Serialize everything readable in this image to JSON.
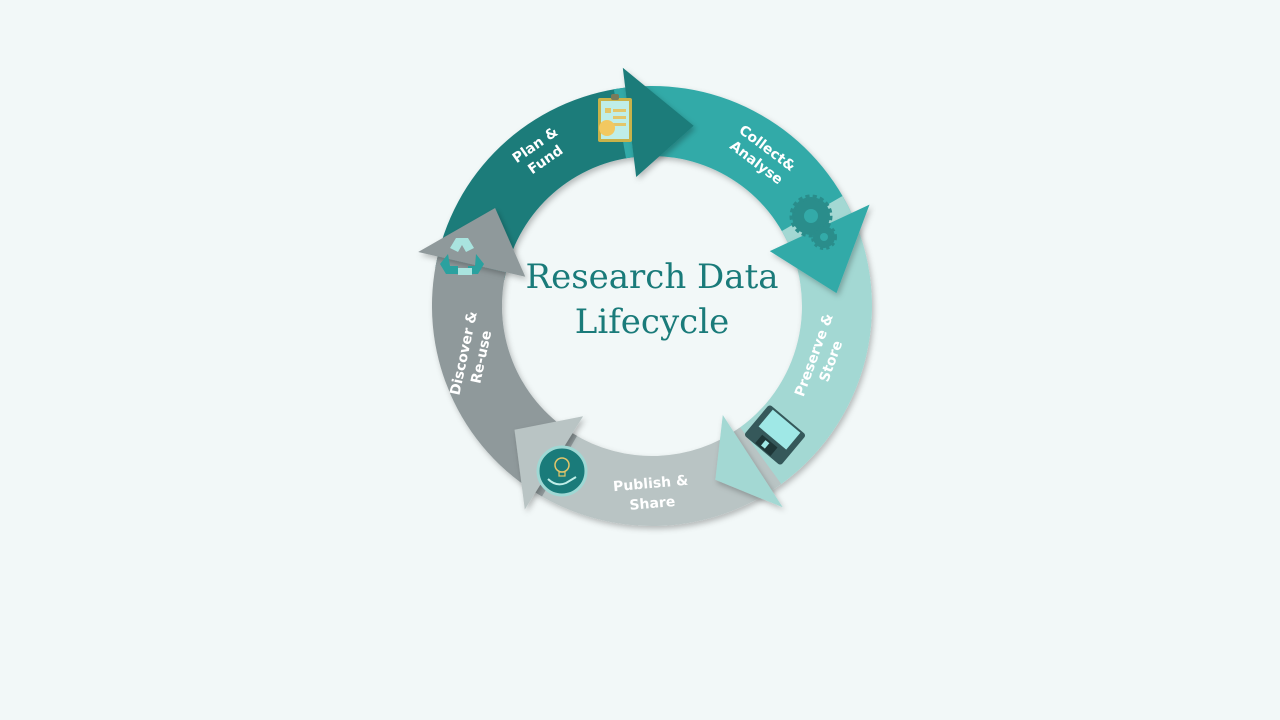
{
  "title": {
    "line1": "Research Data",
    "line2": "Lifecycle"
  },
  "stages": [
    {
      "line1": "Plan &",
      "line2": "Fund",
      "color": "#1a7b7a",
      "icon": "clipboard-icon"
    },
    {
      "line1": "Collect&",
      "line2": "Analyse",
      "color": "#33aaa8",
      "icon": "gears-icon"
    },
    {
      "line1": "Preserve &",
      "line2": "Store",
      "color": "#a3d8d3",
      "icon": "floppy-disk-icon"
    },
    {
      "line1": "Publish &",
      "line2": "Share",
      "color": "#b9c4c4",
      "icon": "hand-lightbulb-icon"
    },
    {
      "line1": "Discover &",
      "line2": "Re-use",
      "color": "#8f999b",
      "icon": "recycle-icon"
    }
  ]
}
